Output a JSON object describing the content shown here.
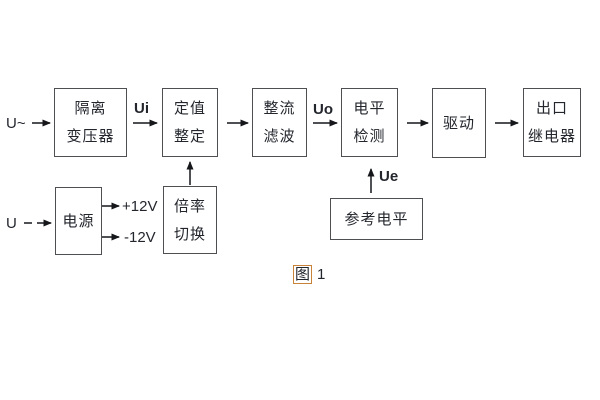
{
  "diagram": {
    "caption": {
      "fig": "图",
      "num": "1"
    },
    "inputs": {
      "ac": "U~",
      "dc": "U"
    },
    "signals": {
      "ui": "Ui",
      "uo": "Uo",
      "ue": "Ue"
    },
    "rails": {
      "pos": "+12V",
      "neg": "-12V"
    },
    "colors": {
      "background": "#ffffff",
      "box_border": "#4d4f52",
      "text": "#23262d",
      "arrow": "#15171a",
      "caption_box": "#c8823a"
    },
    "blocks": {
      "isolation_transformer": {
        "lines": [
          "隔离",
          "变压器"
        ]
      },
      "setting_adjust": {
        "lines": [
          "定值",
          "整定"
        ]
      },
      "rectifier_filter": {
        "lines": [
          "整流",
          "滤波"
        ]
      },
      "level_detect": {
        "lines": [
          "电平",
          "检测"
        ]
      },
      "driver": {
        "lines": [
          "驱动"
        ]
      },
      "output_relay": {
        "lines": [
          "出口",
          "继电器"
        ]
      },
      "power_supply": {
        "lines": [
          "电源"
        ]
      },
      "ratio_switch": {
        "lines": [
          "倍率",
          "切换"
        ]
      },
      "reference_level": {
        "lines": [
          "参考电平"
        ]
      }
    }
  }
}
